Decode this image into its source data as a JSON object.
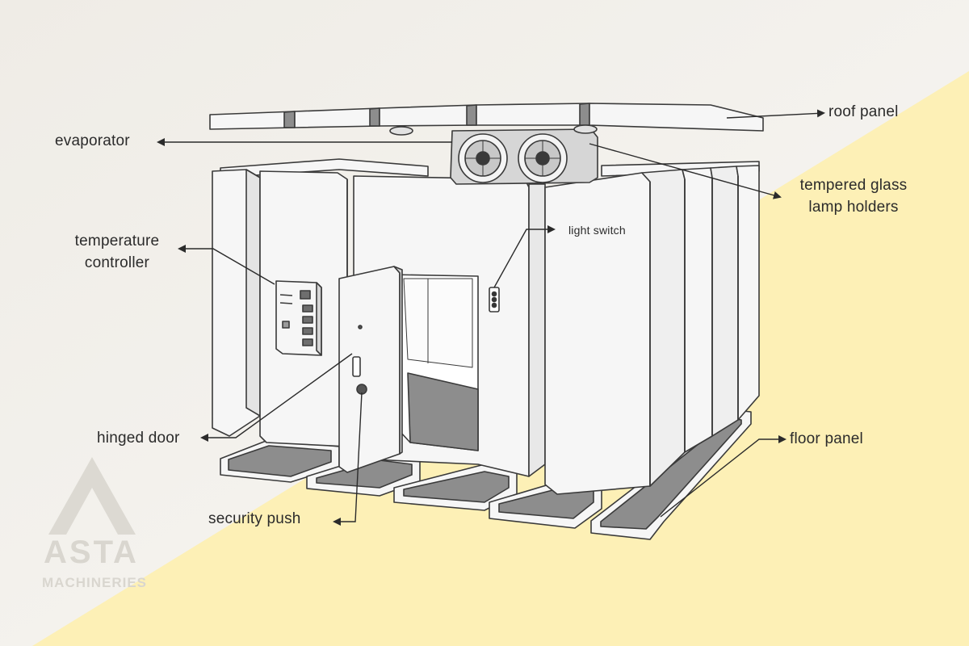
{
  "labels": {
    "roof_panel": "roof panel",
    "evaporator": "evaporator",
    "tempered_glass_line1": "tempered glass",
    "tempered_glass_line2": "lamp holders",
    "temperature_line1": "temperature",
    "temperature_line2": "controller",
    "light_switch": "light switch",
    "hinged_door": "hinged door",
    "floor_panel": "floor panel",
    "security_push": "security push"
  },
  "logo": {
    "name": "ASTA",
    "tagline": "MACHINERIES"
  },
  "colors": {
    "background_light": "#f3f1ec",
    "background_yellow": "#fdf0b6",
    "panel_face": "#f6f6f6",
    "outline": "#3a3a3a",
    "floor_dark": "#8d8d8d",
    "label_text": "#2b2b2b",
    "logo": "#d9d6cf"
  }
}
